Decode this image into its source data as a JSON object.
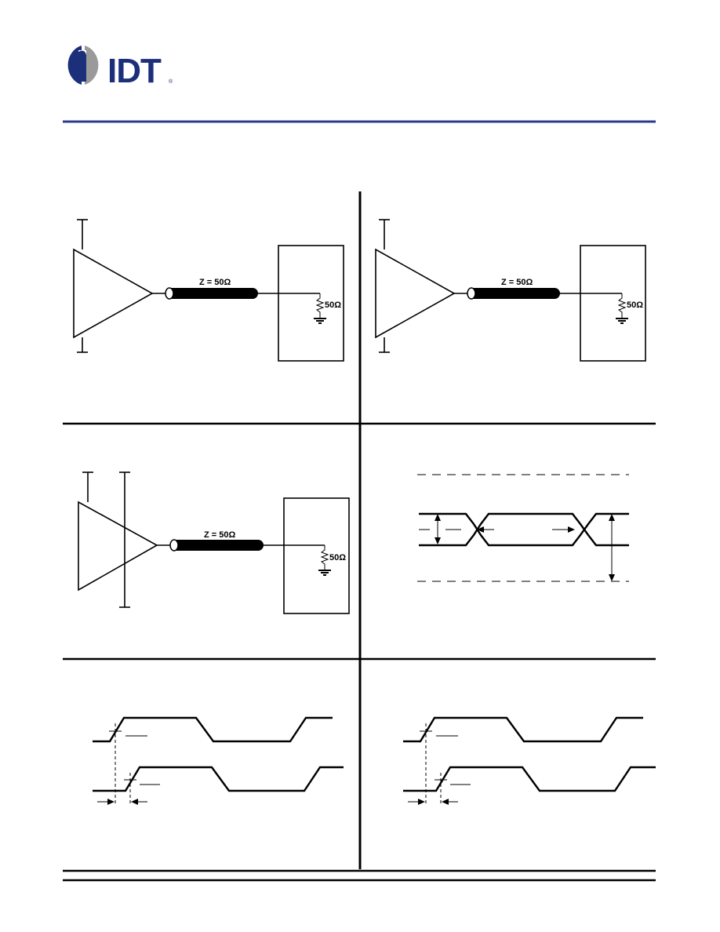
{
  "header": {
    "logo_text": "IDT",
    "logo_registered": "®",
    "brand_color": "#2b3a8c",
    "logo_gray": "#9a9a9a"
  },
  "panels": {
    "top_left": {
      "impedance_label": "Z = 50Ω",
      "termination_label": "50Ω"
    },
    "top_right": {
      "impedance_label": "Z = 50Ω",
      "termination_label": "50Ω"
    },
    "middle_left": {
      "impedance_label": "Z = 50Ω",
      "termination_label": "50Ω"
    }
  }
}
